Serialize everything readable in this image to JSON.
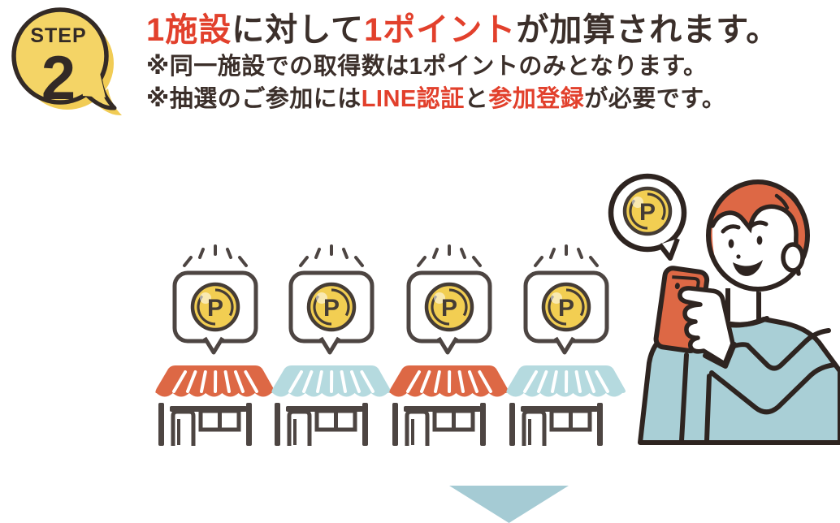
{
  "badge": {
    "step_label": "STEP",
    "step_number": "2"
  },
  "headline": {
    "line1": [
      {
        "text": "1施設",
        "color": "red"
      },
      {
        "text": "に対して",
        "color": "dark"
      },
      {
        "text": "1ポイント",
        "color": "red"
      },
      {
        "text": "が加算されます。",
        "color": "dark"
      }
    ],
    "line2": [
      {
        "text": "※同一施設での取得数は1ポイントのみとなります。",
        "color": "dark"
      }
    ],
    "line3": [
      {
        "text": "※抽選のご参加には",
        "color": "dark"
      },
      {
        "text": "LINE認証",
        "color": "red"
      },
      {
        "text": "と",
        "color": "dark"
      },
      {
        "text": "参加登録",
        "color": "red"
      },
      {
        "text": "が必要です。",
        "color": "dark"
      }
    ]
  },
  "shops": [
    {
      "awning_color": "#DD6845",
      "coin_letter": "P"
    },
    {
      "awning_color": "#B5DADF",
      "coin_letter": "P"
    },
    {
      "awning_color": "#DD6845",
      "coin_letter": "P"
    },
    {
      "awning_color": "#B5DADF",
      "coin_letter": "P"
    }
  ],
  "person_bubble": {
    "coin_letter": "P"
  },
  "palette": {
    "red-text": "#E2402C",
    "ink-dark": "#3B2F2A",
    "badge-yellow": "#F4D466",
    "badge-shadow-yellow": "#F1CC55",
    "badge-ink": "#332A26",
    "shop-ink": "#4D4542",
    "person-ink": "#2E2420",
    "coin-yellow": "#F2CE52",
    "coin-ink": "#453C35",
    "accent-orange": "#DD6845",
    "awning-blue": "#B5DADF",
    "sweater-blue": "#A9CFD6",
    "arrow-blue": "#A5CBD4"
  }
}
